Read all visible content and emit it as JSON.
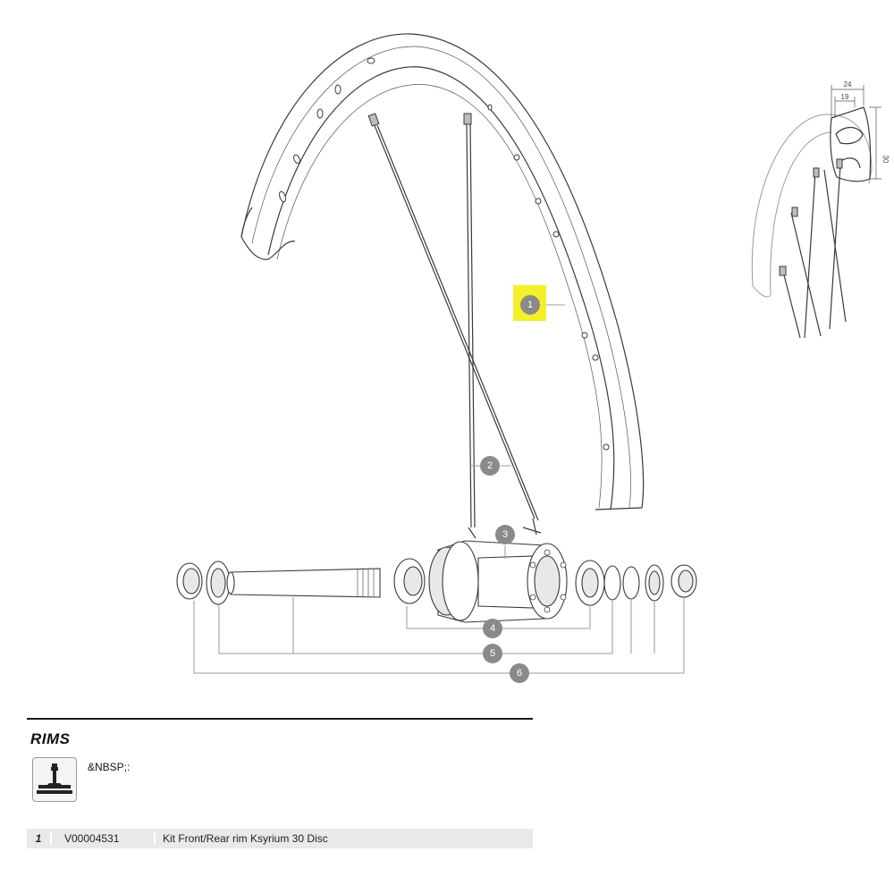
{
  "callouts": [
    "1",
    "2",
    "3",
    "4",
    "5",
    "6"
  ],
  "dimensions": {
    "width_outer": "24",
    "width_inner": "19",
    "height": "30"
  },
  "highlight_color": "#f5ef2a",
  "section": {
    "title": "RIMS",
    "valve_icon": "tube-valve-icon",
    "valve_text": "&NBSP;:"
  },
  "parts": [
    {
      "num": "1",
      "ref": "V00004531",
      "desc": "Kit Front/Rear rim Ksyrium 30 Disc"
    }
  ]
}
